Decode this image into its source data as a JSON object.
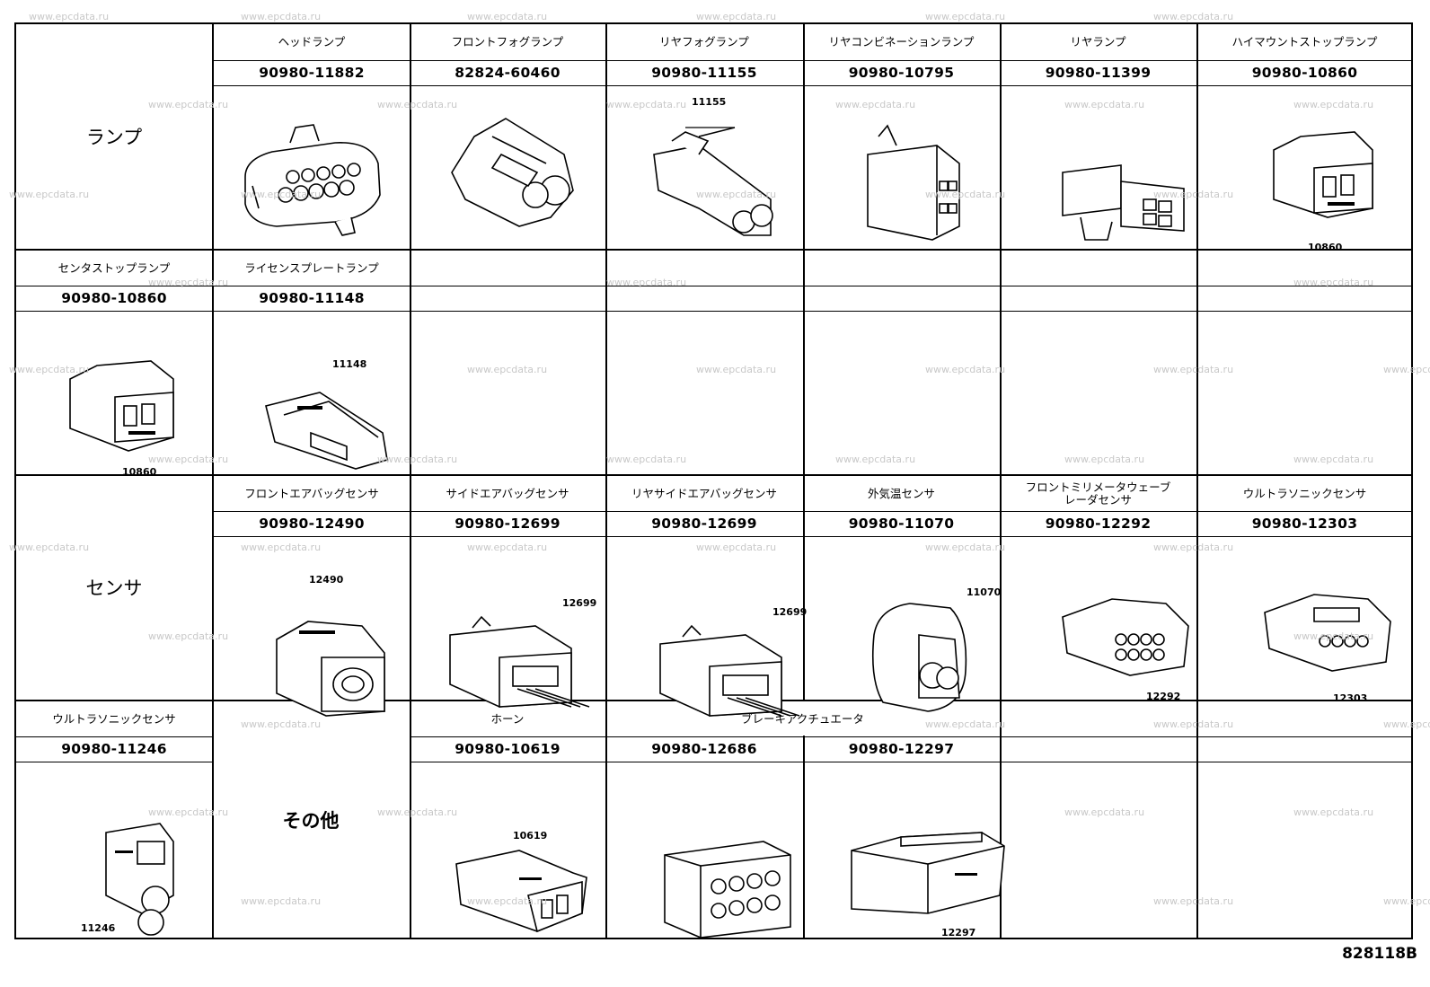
{
  "watermark": "www.epcdata.ru",
  "diagram_code": "828118B",
  "categories": {
    "lamp": "ランプ",
    "sensor": "センサ",
    "other": "その他"
  },
  "row1": [
    {
      "name": "ヘッドランプ",
      "part": "90980-11882",
      "callout": ""
    },
    {
      "name": "フロントフォグランプ",
      "part": "82824-60460",
      "callout": ""
    },
    {
      "name": "リヤフォグランプ",
      "part": "90980-11155",
      "callout": "11155"
    },
    {
      "name": "リヤコンビネーションランプ",
      "part": "90980-10795",
      "callout": ""
    },
    {
      "name": "リヤランプ",
      "part": "90980-11399",
      "callout": ""
    },
    {
      "name": "ハイマウントストップランプ",
      "part": "90980-10860",
      "callout": "10860"
    }
  ],
  "row2": [
    {
      "name": "センタストップランプ",
      "part": "90980-10860",
      "callout": "10860"
    },
    {
      "name": "ライセンスプレートランプ",
      "part": "90980-11148",
      "callout": "11148"
    }
  ],
  "row3": [
    {
      "name": "フロントエアバッグセンサ",
      "part": "90980-12490",
      "callout": "12490"
    },
    {
      "name": "サイドエアバッグセンサ",
      "part": "90980-12699",
      "callout": "12699"
    },
    {
      "name": "リヤサイドエアバッグセンサ",
      "part": "90980-12699",
      "callout": "12699"
    },
    {
      "name": "外気温センサ",
      "part": "90980-11070",
      "callout": "11070"
    },
    {
      "name": "フロントミリメータウェーブ\nレーダセンサ",
      "part": "90980-12292",
      "callout": "12292"
    },
    {
      "name": "ウルトラソニックセンサ",
      "part": "90980-12303",
      "callout": "12303"
    }
  ],
  "row4": {
    "ultrasonic": {
      "name": "ウルトラソニックセンサ",
      "part": "90980-11246",
      "callout": "11246"
    },
    "horn": {
      "name": "ホーン",
      "part": "90980-10619",
      "callout": "10619"
    },
    "brake_name": "ブレーキアクチュエータ",
    "brake_a": {
      "part": "90980-12686",
      "callout": ""
    },
    "brake_b": {
      "part": "90980-12297",
      "callout": "12297"
    }
  }
}
